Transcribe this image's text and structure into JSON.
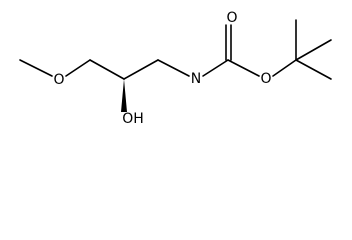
{
  "molecule": {
    "atoms": {
      "methoxy_o": "O",
      "hydroxyl": "OH",
      "amide_n": "N",
      "carbonyl_o": "O",
      "ester_o": "O"
    }
  }
}
